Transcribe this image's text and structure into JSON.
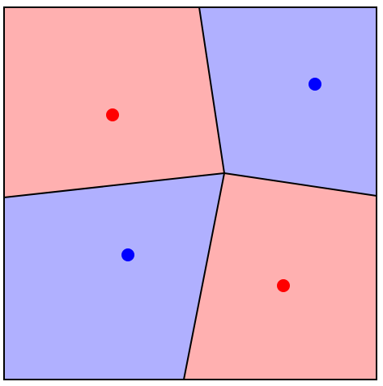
{
  "diagram": {
    "type": "voronoi",
    "colors": {
      "red_region": "#ffb0b0",
      "blue_region": "#b0b0ff",
      "red_site": "#ff0000",
      "blue_site": "#0000ff",
      "edge": "#000000",
      "background": "#ffffff"
    },
    "regions": [
      {
        "name": "top-left",
        "color": "red"
      },
      {
        "name": "top-right",
        "color": "blue"
      },
      {
        "name": "bottom-left",
        "color": "blue"
      },
      {
        "name": "bottom-right",
        "color": "red"
      }
    ],
    "sites": [
      {
        "name": "top-left",
        "color": "red"
      },
      {
        "name": "top-right",
        "color": "blue"
      },
      {
        "name": "bottom-left",
        "color": "blue"
      },
      {
        "name": "bottom-right",
        "color": "red"
      }
    ]
  }
}
